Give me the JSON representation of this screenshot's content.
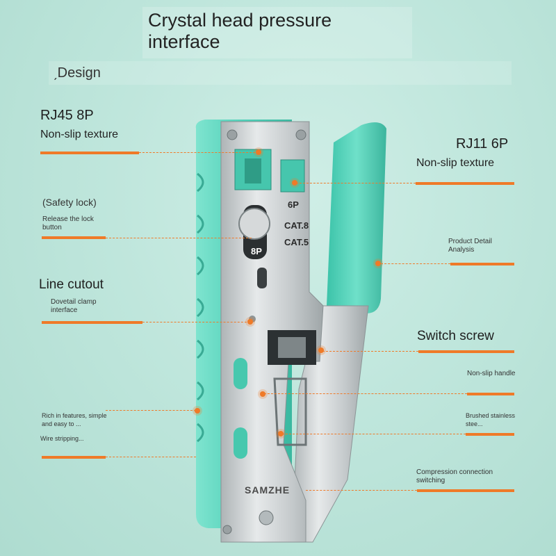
{
  "header": {
    "title_line1": "Crystal head pressure",
    "title_line2": "interface",
    "subtitle": "ˏDesign"
  },
  "labels": {
    "rj45_title": "RJ45 8P",
    "rj45_desc": "Non-slip texture",
    "rj11_title": "RJ11 6P",
    "rj11_desc": "Non-slip texture",
    "safety_lock": "(Safety lock)",
    "release_lock": "Release the lock button",
    "product_detail": "Product Detail Analysis",
    "line_cutout": "Line cutout",
    "dovetail": "Dovetail clamp interface",
    "switch_screw": "Switch screw",
    "nonslip_handle": "Non-slip handle",
    "rich_features": "Rich in features, simple and easy to ...",
    "brushed": "Brushed stainless stee...",
    "wire_stripping": "Wire stripping...",
    "compression": "Compression connection switching"
  },
  "tool": {
    "port_6p": "6P",
    "cat8": "CAT.8",
    "cat5": "CAT.5",
    "port_8p": "8P",
    "brand": "SAMZHE"
  },
  "colors": {
    "accent": "#ef7a28",
    "teal": "#4fd0b8",
    "steel": "#c9cdcf"
  }
}
